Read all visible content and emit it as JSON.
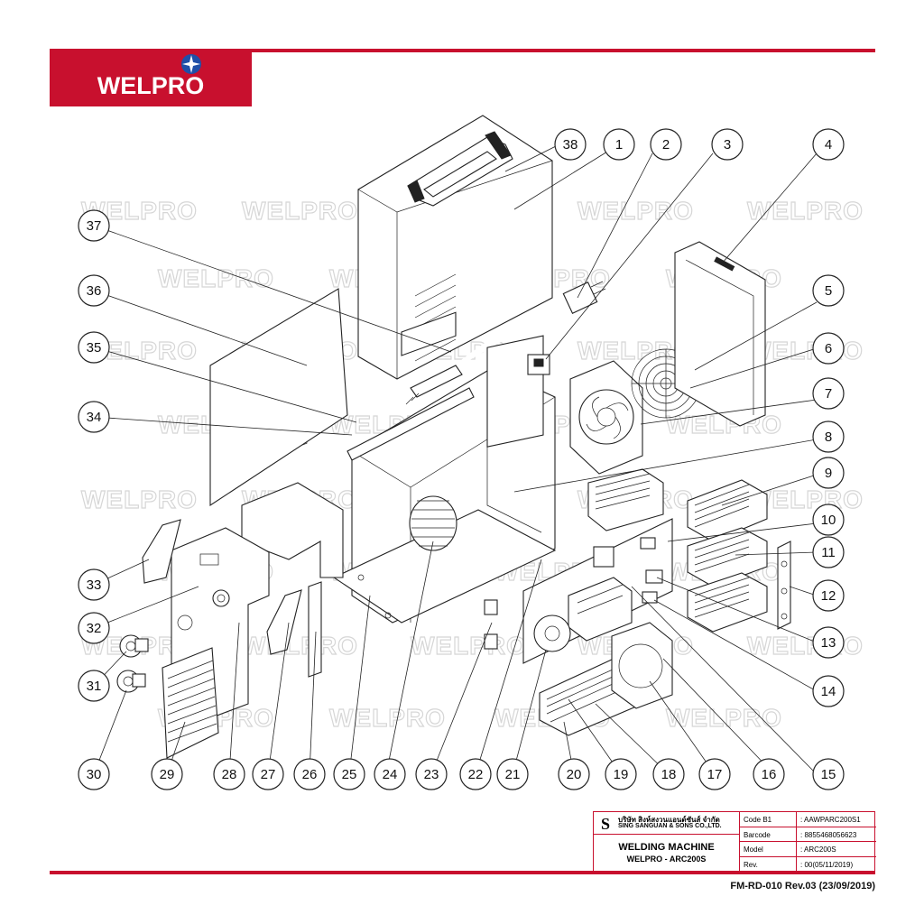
{
  "brand": {
    "logo_text": "WELPRO",
    "color_red": "#c8102e",
    "color_blue": "#1f4fa8"
  },
  "watermark_text": "WELPRO",
  "callouts": [
    "1",
    "2",
    "3",
    "4",
    "5",
    "6",
    "7",
    "8",
    "9",
    "10",
    "11",
    "12",
    "13",
    "14",
    "15",
    "16",
    "17",
    "18",
    "19",
    "20",
    "21",
    "22",
    "23",
    "24",
    "25",
    "26",
    "27",
    "28",
    "29",
    "30",
    "31",
    "32",
    "33",
    "34",
    "35",
    "36",
    "37",
    "38"
  ],
  "title_block": {
    "company_thai": "บริษัท สิงห์สงวนแอนด์ซันส์ จำกัด",
    "company_eng": "SING SANGUAN & SONS CO.,LTD.",
    "company_mark": "S",
    "product": "WELDING MACHINE",
    "model_name": "WELPRO - ARC200S",
    "rows": [
      {
        "label": "Code B1",
        "value": ": AAWPARC200S1"
      },
      {
        "label": "Barcode",
        "value": ": 8855468056623"
      },
      {
        "label": "Model",
        "value": ": ARC200S"
      },
      {
        "label": "Rev.",
        "value": ": 00(05/11/2019)"
      }
    ]
  },
  "form_code": "FM-RD-010 Rev.03 (23/09/2019)"
}
